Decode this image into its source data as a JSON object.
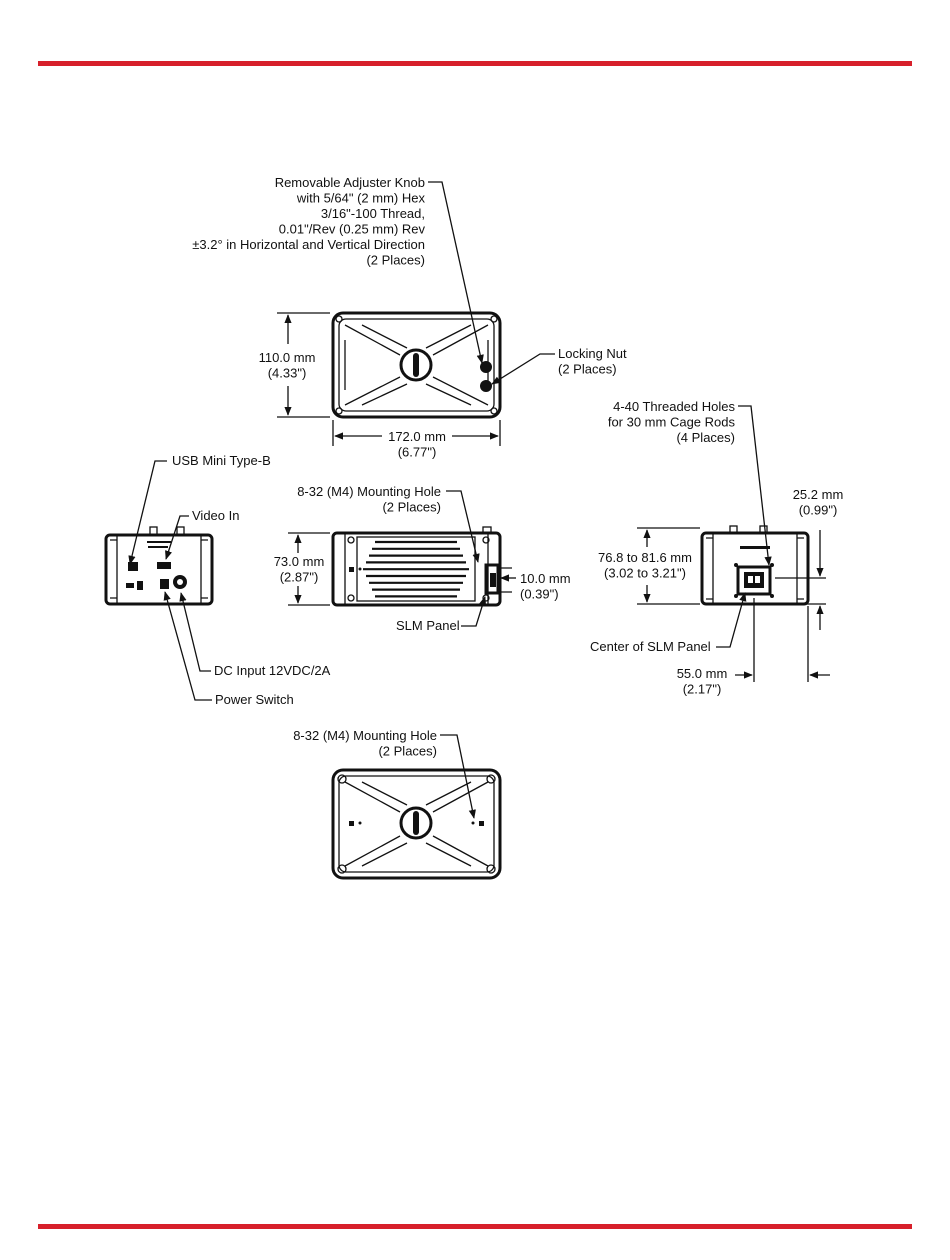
{
  "colors": {
    "rule": "#d7202b",
    "ink": "#111111"
  },
  "callouts": {
    "adjuster_knob": [
      "Removable Adjuster Knob",
      "with 5/64\" (2 mm) Hex",
      "3/16\"-100 Thread,",
      "0.01\"/Rev (0.25 mm) Rev",
      "±3.2° in Horizontal and Vertical Direction",
      "(2 Places)"
    ],
    "locking_nut": [
      "Locking Nut",
      "(2 Places)"
    ],
    "height_top": [
      "110.0 mm",
      "(4.33\")"
    ],
    "width_top": [
      "172.0 mm",
      "(6.77\")"
    ],
    "usb": "USB Mini Type-B",
    "video_in": "Video In",
    "dc_input": "DC Input 12VDC/2A",
    "power_switch": "Power Switch",
    "mount_hole_side": [
      "8-32 (M4) Mounting Hole",
      "(2 Places)"
    ],
    "height_side": [
      "73.0 mm",
      "(2.87\")"
    ],
    "panel_depth": [
      "10.0 mm",
      "(0.39\")"
    ],
    "slm_panel": "SLM Panel",
    "threaded_holes": [
      "4-40 Threaded Holes",
      "for 30 mm Cage Rods",
      "(4 Places)"
    ],
    "offset_right": [
      "25.2 mm",
      "(0.99\")"
    ],
    "height_front": [
      "76.8 to 81.6 mm",
      "(3.02 to 3.21\")"
    ],
    "center_slm": "Center of SLM Panel",
    "offset_bottom": [
      "55.0 mm",
      "(2.17\")"
    ],
    "mount_hole_bottom": [
      "8-32 (M4) Mounting Hole",
      "(2 Places)"
    ]
  }
}
